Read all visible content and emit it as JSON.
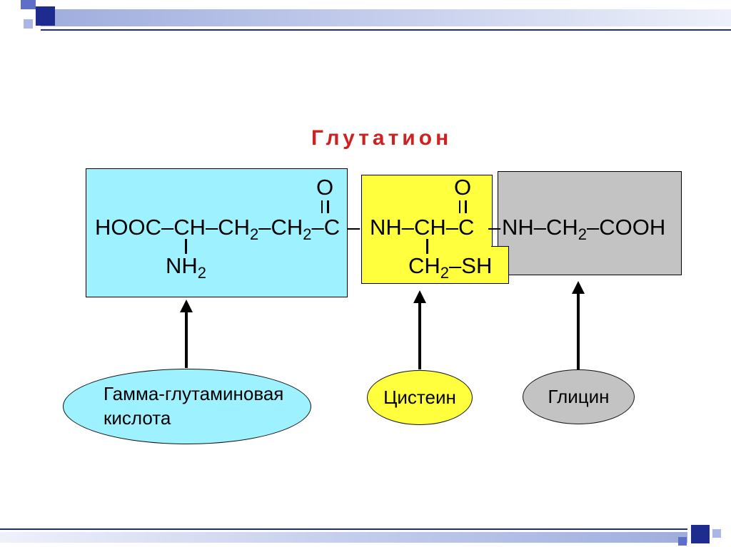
{
  "title": "Глутатион",
  "formula": {
    "glu_main_1": "HOOC–CH–CH",
    "glu_sub_1": "2",
    "glu_main_2": "–CH",
    "glu_sub_2": "2",
    "glu_main_3": "–C",
    "o_atom": "O",
    "glu_amine": "NH",
    "glu_amine_sub": "2",
    "link_dash": "–",
    "cys_main": "NH–CH–C",
    "cys_side_1": "CH",
    "cys_side_sub": "2",
    "cys_side_2": "–SH",
    "gly_main_1": "NH–CH",
    "gly_sub": "2",
    "gly_main_2": "–COOH"
  },
  "labels": {
    "glutamic_acid": "Гамма-глутаминовая кислота",
    "cysteine": "Цистеин",
    "glycine": "Глицин"
  },
  "colors": {
    "title_red": "#cc2222",
    "glutamyl_fill": "#9ef2ff",
    "cysteine_fill": "#ffff3d",
    "glycine_fill": "#c3c3c3",
    "outline_black": "#000000",
    "decor_navy": "#1e2c90",
    "decor_periwinkle": "#9fadde"
  }
}
